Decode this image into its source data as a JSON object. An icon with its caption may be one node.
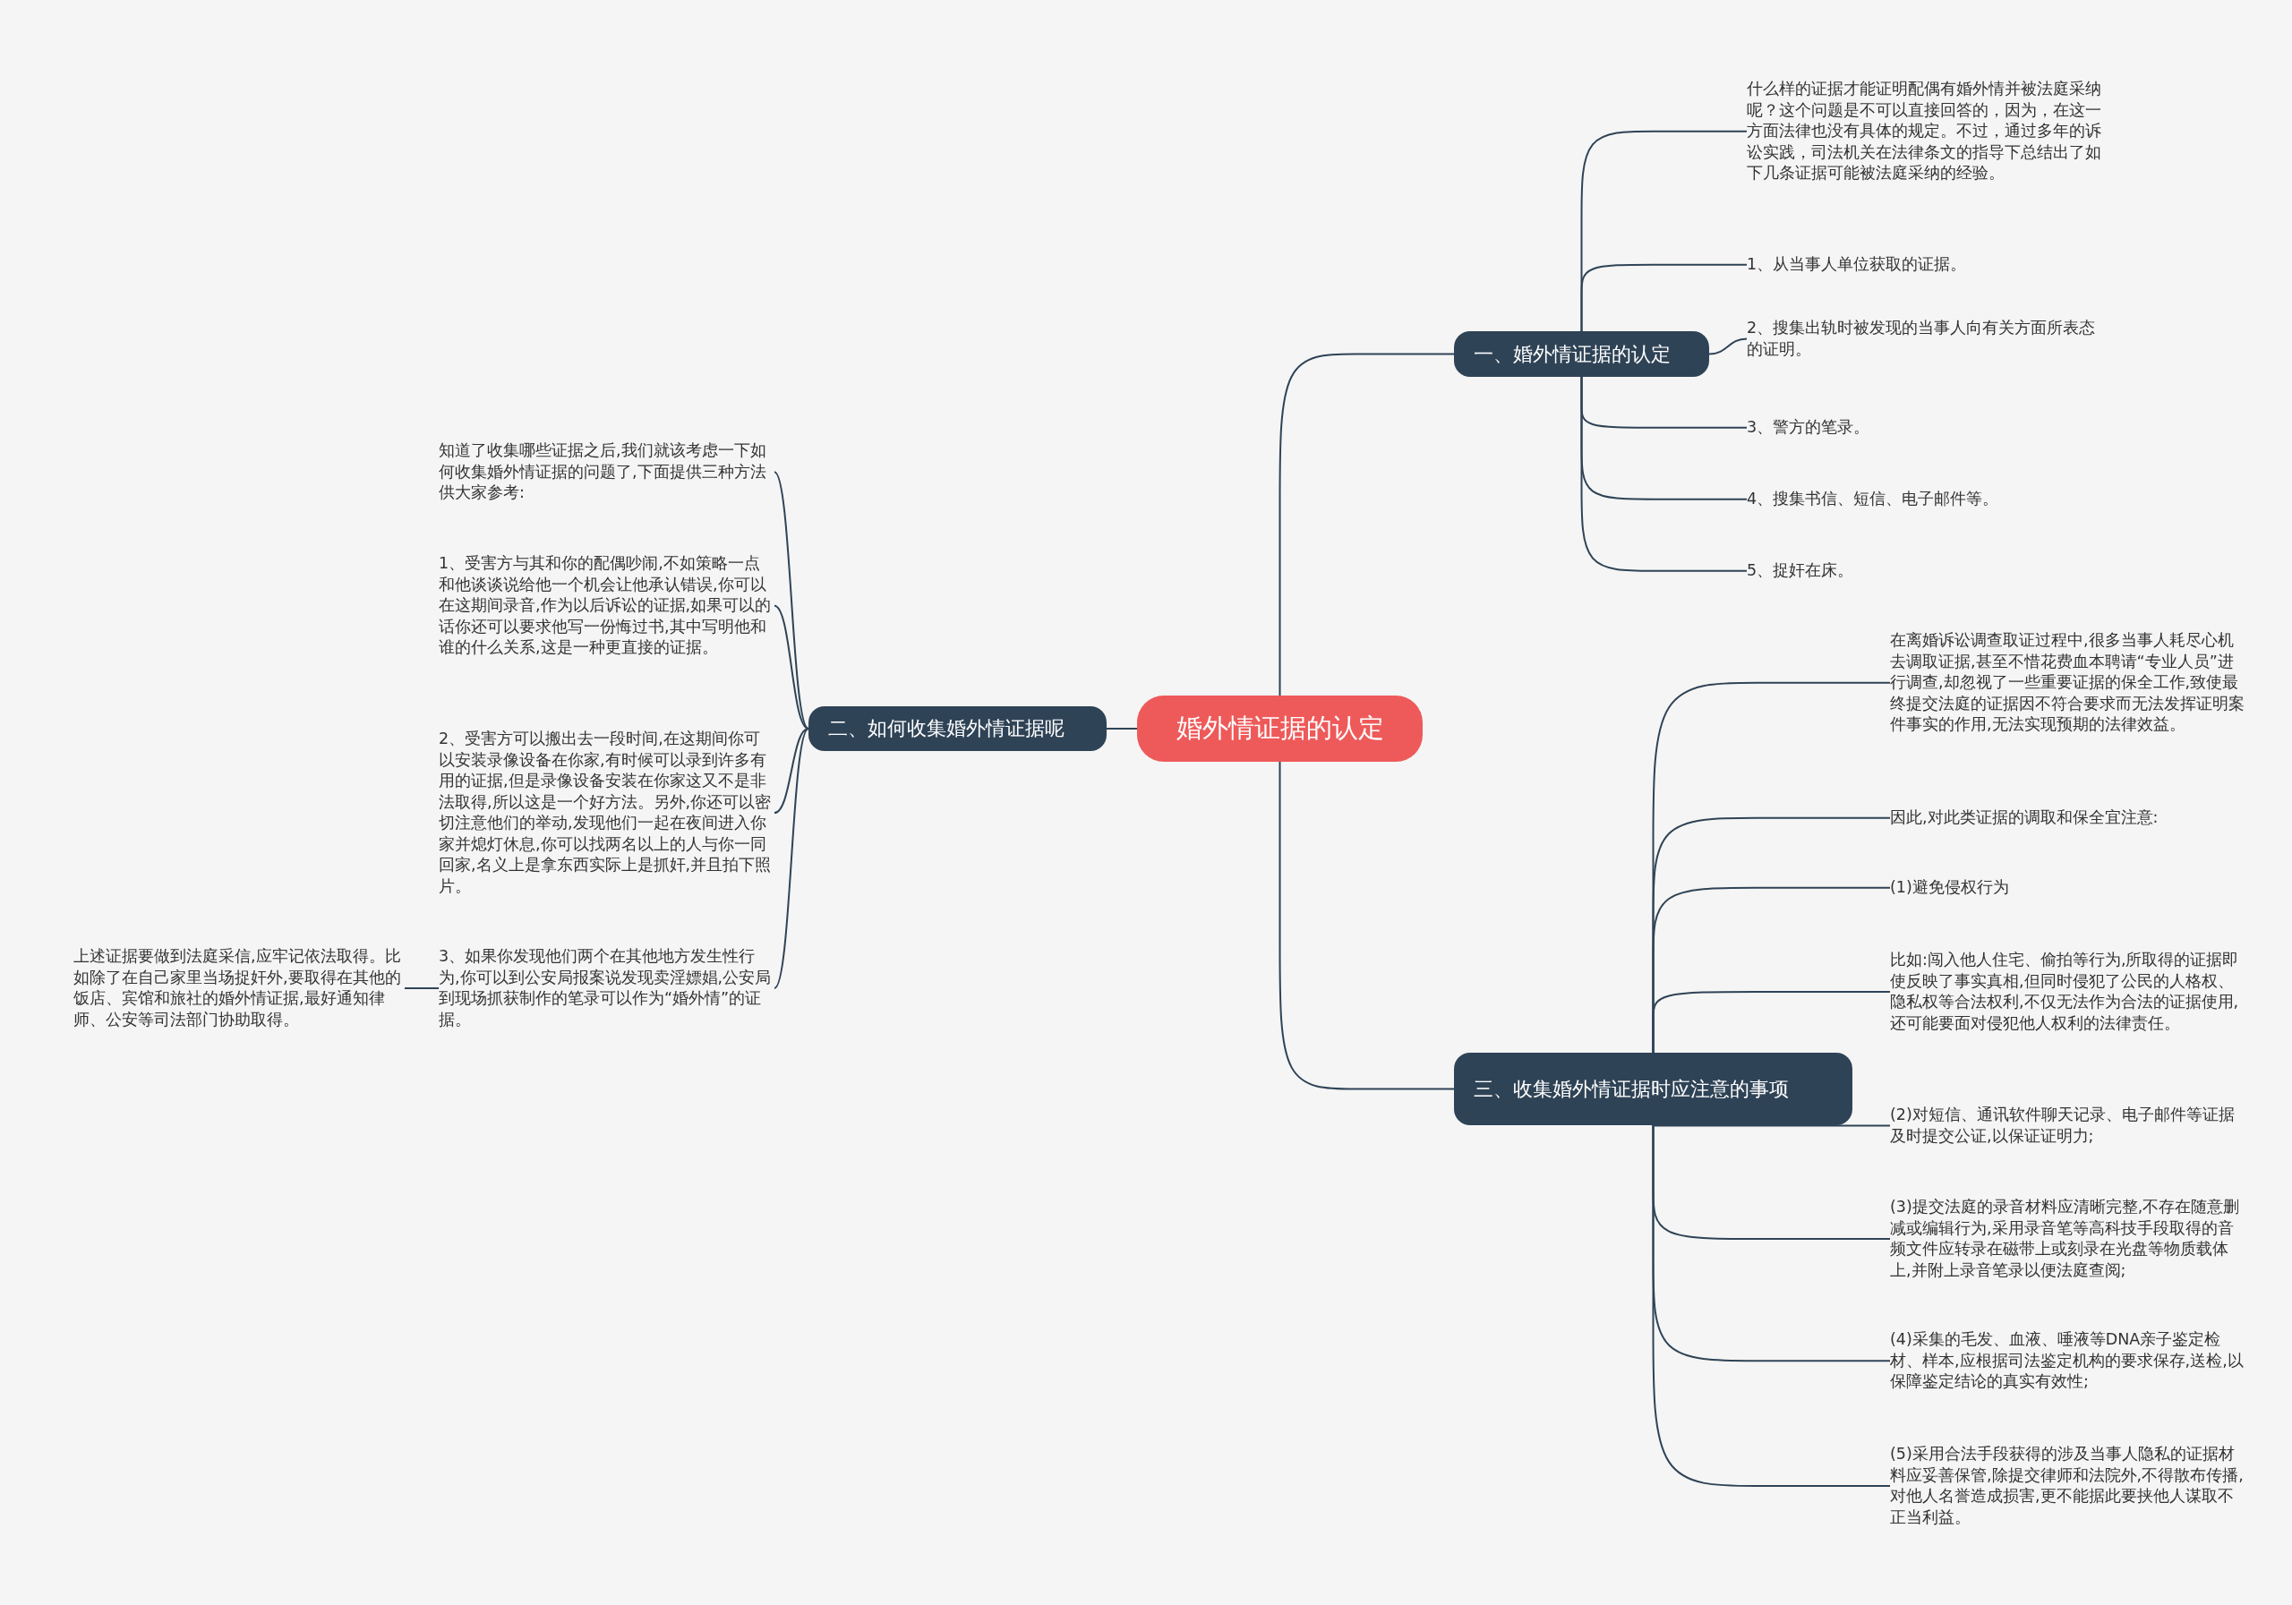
{
  "diagram": {
    "nodes": [
      {
        "text": [
          "婚外情证据的认定"
        ]
      },
      {
        "text": [
          "一、婚外情证据的认定"
        ]
      },
      {
        "text": [
          "什么样的证据才能证明配偶有婚外情并被法庭采纳呢？这个问题是不可以直接回答的，因为，在这一方面法律也没有具体的规定。不过，通过多年的诉讼实践，司法机关在法律条文的指导下总结出了如下几条证据可能被法庭采纳的经验。"
        ]
      },
      {
        "text": [
          "1、从当事人单位获取的证据。"
        ]
      },
      {
        "text": [
          "2、搜集出轨时被发现的当事人向有关方面所表态的证明。"
        ]
      },
      {
        "text": [
          "3、警方的笔录。"
        ]
      },
      {
        "text": [
          "4、搜集书信、短信、电子邮件等。"
        ]
      },
      {
        "text": [
          "5、捉奸在床。"
        ]
      },
      {
        "text": [
          "二、如何收集婚外情证据呢"
        ]
      },
      {
        "text": [
          "知道了收集哪些证据之后,我们就该考虑一下如何收集婚外情证据的问题了,下面提供三种方法供大家参考:"
        ]
      },
      {
        "text": [
          "1、受害方与其和你的配偶吵闹,不如策略一点和他谈谈说给他一个机会让他承认错误,你可以在这期间录音,作为以后诉讼的证据,如果可以的话你还可以要求他写一份悔过书,其中写明他和谁的什么关系,这是一种更直接的证据。"
        ]
      },
      {
        "text": [
          "2、受害方可以搬出去一段时间,在这期间你可以安装录像设备在你家,有时候可以录到许多有用的证据,但是录像设备安装在你家这又不是非法取得,所以这是一个好方法。另外,你还可以密切注意他们的举动,发现他们一起在夜间进入你家并熄灯休息,你可以找两名以上的人与你一同回家,名义上是拿东西实际上是抓奸,并且拍下照片。"
        ]
      },
      {
        "text": [
          "3、如果你发现他们两个在其他地方发生性行为,你可以到公安局报案说发现卖淫嫖娼,公安局到现场抓获制作的笔录可以作为“婚外情”的证据。"
        ]
      },
      {
        "text": [
          "上述证据要做到法庭采信,应牢记依法取得。比如除了在自己家里当场捉奸外,要取得在其他的饭店、宾馆和旅社的婚外情证据,最好通知律师、公安等司法部门协助取得。"
        ]
      },
      {
        "text": [
          "三、收集婚外情证据时应注意的事项"
        ]
      },
      {
        "text": [
          "在离婚诉讼调查取证过程中,很多当事人耗尽心机去调取证据,甚至不惜花费血本聘请“专业人员”进行调查,却忽视了一些重要证据的保全工作,致使最终提交法庭的证据因不符合要求而无法发挥证明案件事实的作用,无法实现预期的法律效益。"
        ]
      },
      {
        "text": [
          "因此,对此类证据的调取和保全宜注意:"
        ]
      },
      {
        "text": [
          "(1)避免侵权行为"
        ]
      },
      {
        "text": [
          "比如:闯入他人住宅、偷拍等行为,所取得的证据即使反映了事实真相,但同时侵犯了公民的人格权、隐私权等合法权利,不仅无法作为合法的证据使用,还可能要面对侵犯他人权利的法律责任。"
        ]
      },
      {
        "text": [
          "(2)对短信、通讯软件聊天记录、电子邮件等证据及时提交公证,以保证证明力;"
        ]
      },
      {
        "text": [
          "(3)提交法庭的录音材料应清晰完整,不存在随意删减或编辑行为,采用录音笔等高科技手段取得的音频文件应转录在磁带上或刻录在光盘等物质载体上,并附上录音笔录以便法庭查阅;"
        ]
      },
      {
        "text": [
          "(4)采集的毛发、血液、唾液等DNA亲子鉴定检材、样本,应根据司法鉴定机构的要求保存,送检,以保障鉴定结论的真实有效性;"
        ]
      },
      {
        "text": [
          "(5)采用合法手段获得的涉及当事人隐私的证据材料应妥善保管,除提交律师和法院外,不得散布传播,对他人名誉造成损害,更不能据此要挟他人谋取不正当利益。"
        ]
      }
    ],
    "edges": [
      {
        "from": 0,
        "to": 1,
        "arrow": "none"
      },
      {
        "from": 1,
        "to": 2,
        "arrow": "none"
      },
      {
        "from": 1,
        "to": 3,
        "arrow": "none"
      },
      {
        "from": 1,
        "to": 4,
        "arrow": "none"
      },
      {
        "from": 1,
        "to": 5,
        "arrow": "none"
      },
      {
        "from": 1,
        "to": 6,
        "arrow": "none"
      },
      {
        "from": 1,
        "to": 7,
        "arrow": "none"
      },
      {
        "from": 0,
        "to": 8,
        "arrow": "none"
      },
      {
        "from": 8,
        "to": 9,
        "arrow": "none"
      },
      {
        "from": 8,
        "to": 10,
        "arrow": "none"
      },
      {
        "from": 8,
        "to": 11,
        "arrow": "none"
      },
      {
        "from": 8,
        "to": 12,
        "arrow": "none"
      },
      {
        "from": 12,
        "to": 13,
        "arrow": "none"
      },
      {
        "from": 0,
        "to": 14,
        "arrow": "none"
      },
      {
        "from": 14,
        "to": 15,
        "arrow": "none"
      },
      {
        "from": 14,
        "to": 16,
        "arrow": "none"
      },
      {
        "from": 14,
        "to": 17,
        "arrow": "none"
      },
      {
        "from": 14,
        "to": 18,
        "arrow": "none"
      },
      {
        "from": 14,
        "to": 19,
        "arrow": "none"
      },
      {
        "from": 14,
        "to": 20,
        "arrow": "none"
      },
      {
        "from": 14,
        "to": 21,
        "arrow": "none"
      },
      {
        "from": 14,
        "to": 22,
        "arrow": "none"
      }
    ]
  }
}
